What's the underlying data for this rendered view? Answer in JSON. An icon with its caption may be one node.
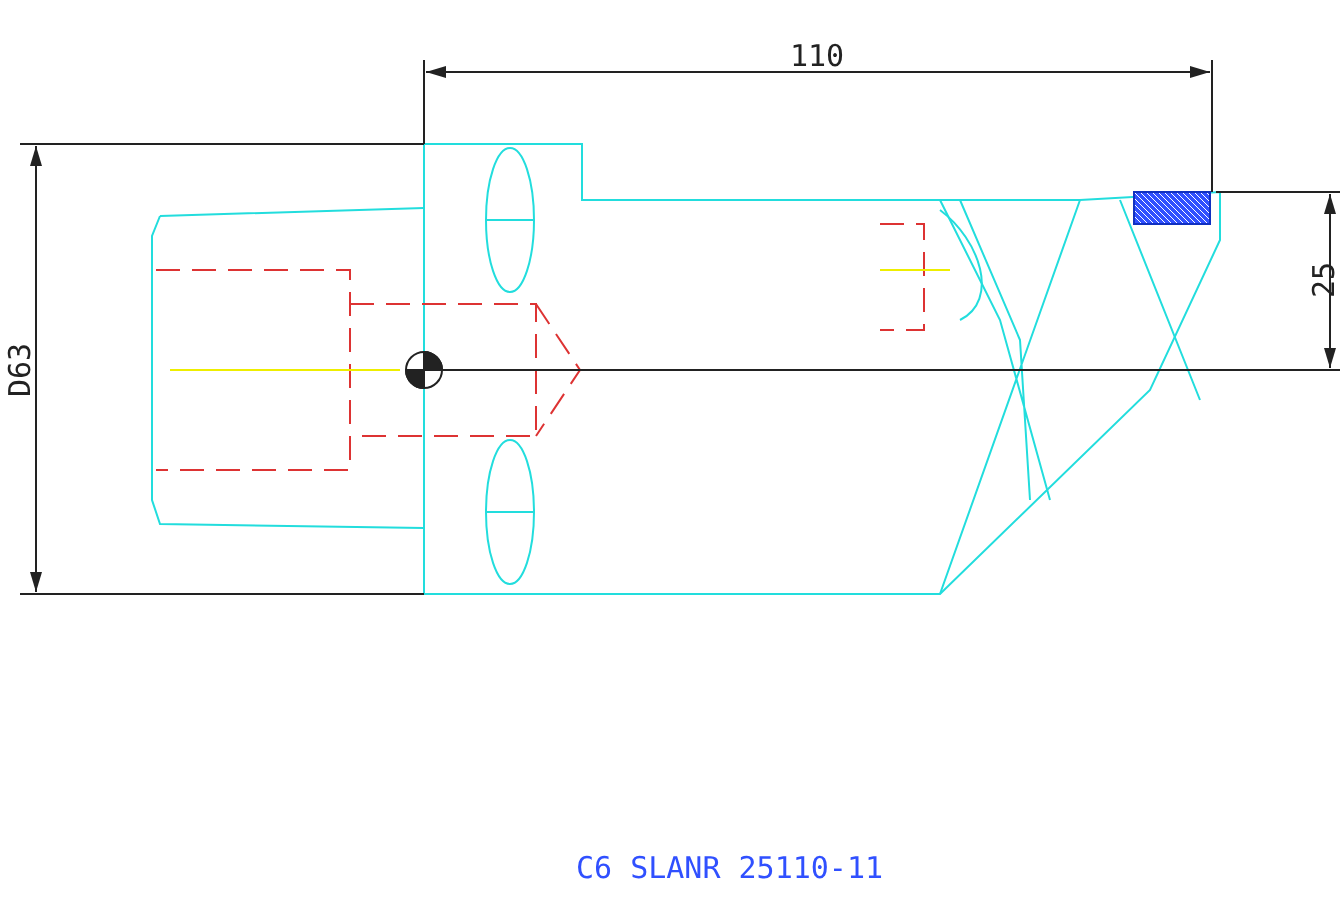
{
  "diagram": {
    "labels": [
      "110",
      "25",
      "D63",
      "C6 SLANR 25110-11"
    ]
  }
}
